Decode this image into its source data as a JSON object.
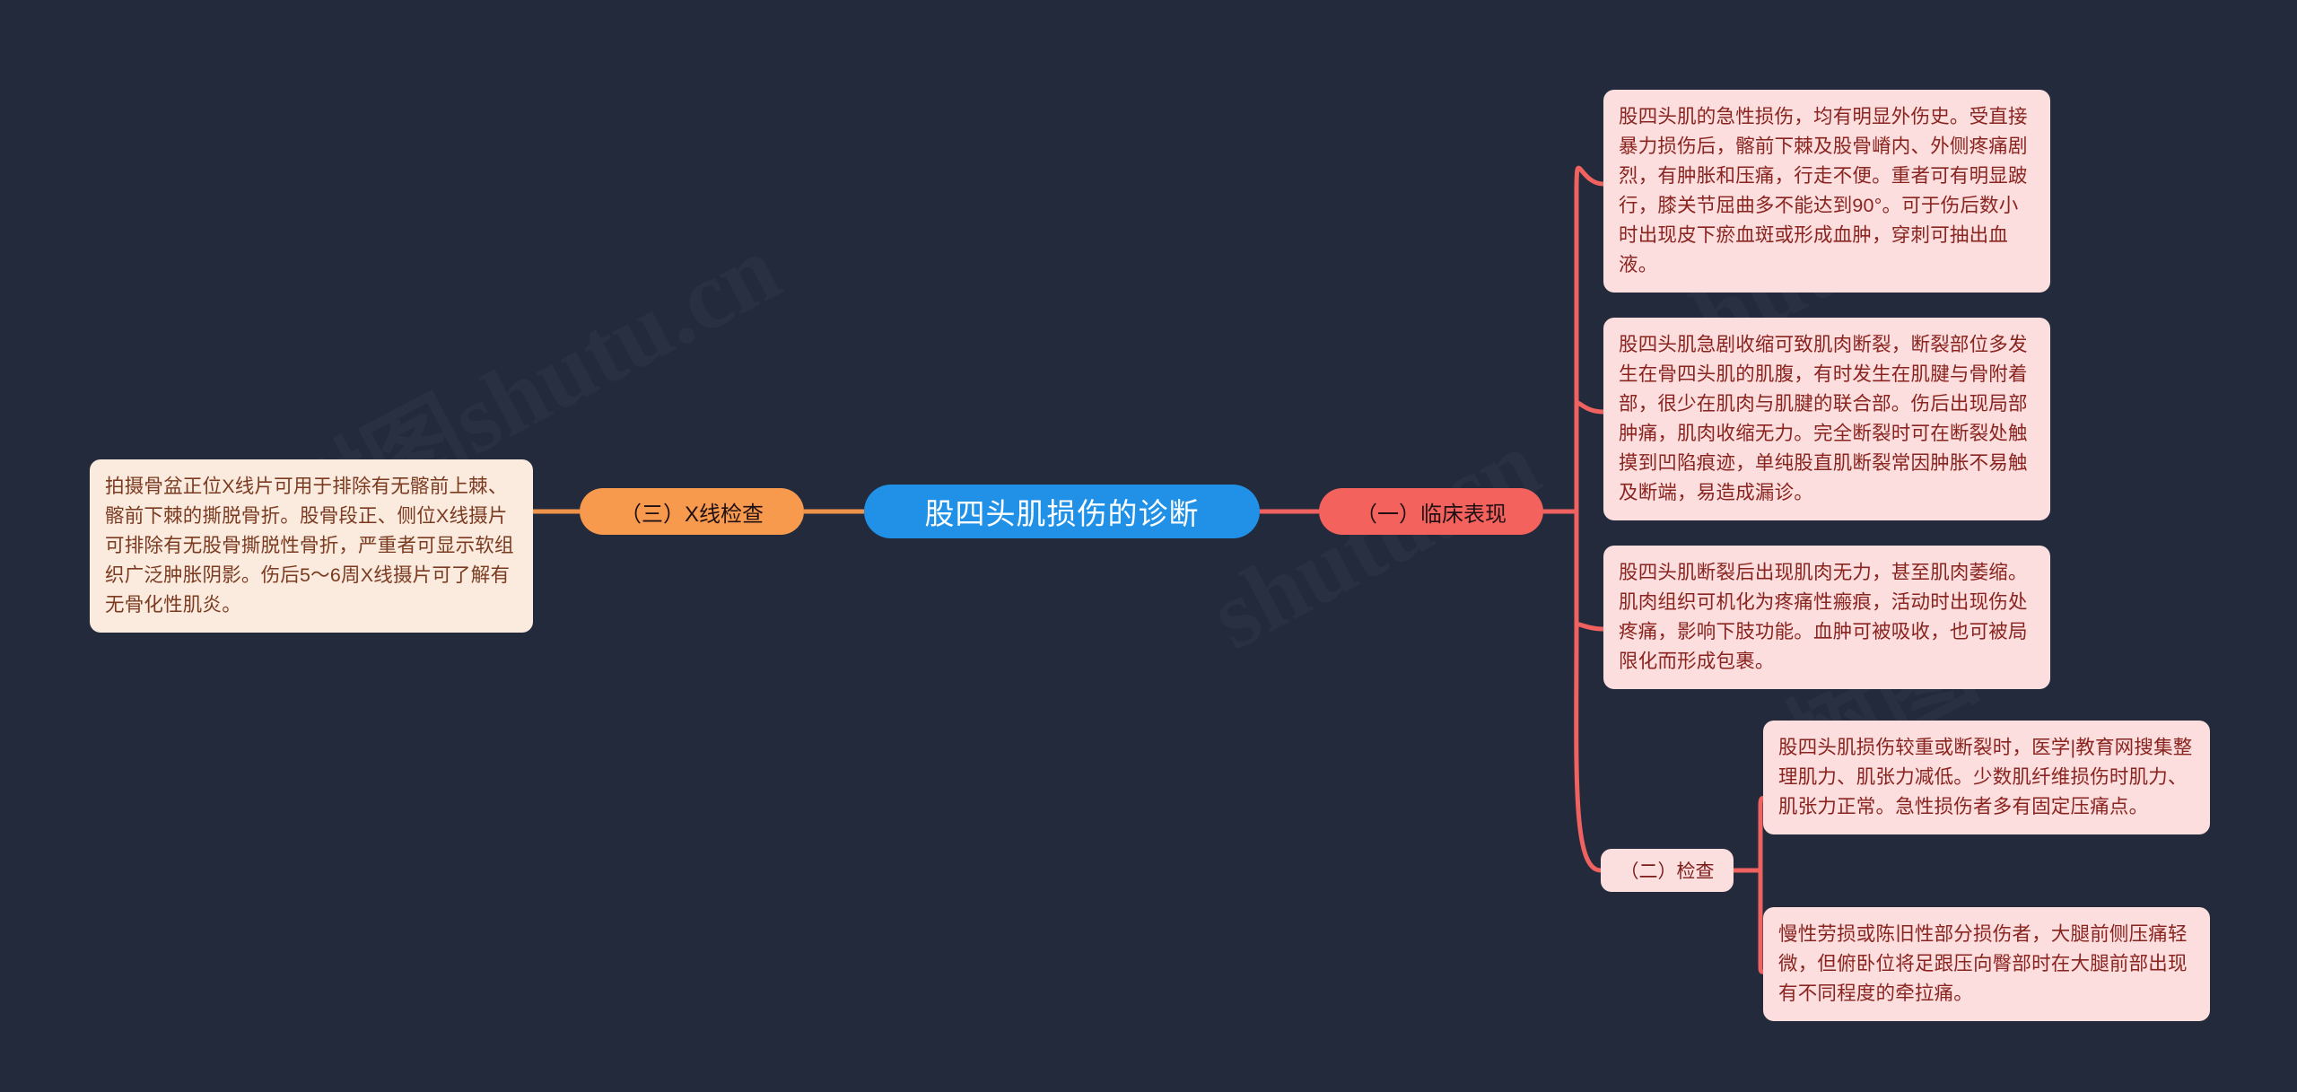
{
  "theme": {
    "background": "#232a3b",
    "root_color": "#2091e6",
    "root_text": "#ffffff",
    "clinical_color": "#f4625d",
    "xray_color": "#f79a4e",
    "exam_color": "#fbdfde",
    "pink_panel_bg": "#fbdedd",
    "pink_panel_text": "#8a2420",
    "beige_panel_bg": "#fbeade",
    "beige_panel_text": "#7a3b21",
    "connector_red": "#f0625f",
    "connector_orange": "#f0934a"
  },
  "watermark": {
    "line1": "树图shutu.cn",
    "line2": "shutu.cn",
    "line3": "树图",
    "line4": "shutu.cn"
  },
  "mindmap": {
    "root": {
      "label": "股四头肌损伤的诊断"
    },
    "branches": [
      {
        "id": "clinical",
        "label": "（一）临床表现",
        "side": "right",
        "children": [
          {
            "id": "clinical-1",
            "text": "股四头肌的急性损伤，均有明显外伤史。受直接暴力损伤后，髂前下棘及股骨嵴内、外侧疼痛剧烈，有肿胀和压痛，行走不便。重者可有明显跛行，膝关节屈曲多不能达到90°。可于伤后数小时出现皮下瘀血斑或形成血肿，穿刺可抽出血液。"
          },
          {
            "id": "clinical-2",
            "text": "股四头肌急剧收缩可致肌肉断裂，断裂部位多发生在骨四头肌的肌腹，有时发生在肌腱与骨附着部，很少在肌肉与肌腱的联合部。伤后出现局部肿痛，肌肉收缩无力。完全断裂时可在断裂处触摸到凹陷痕迹，单纯股直肌断裂常因肿胀不易触及断端，易造成漏诊。"
          },
          {
            "id": "clinical-3",
            "text": "股四头肌断裂后出现肌肉无力，甚至肌肉萎缩。肌肉组织可机化为疼痛性瘢痕，活动时出现伤处疼痛，影响下肢功能。血肿可被吸收，也可被局限化而形成包裹。"
          }
        ]
      },
      {
        "id": "exam",
        "label": "（二）检查",
        "side": "right",
        "children": [
          {
            "id": "exam-1",
            "text": "股四头肌损伤较重或断裂时，医学|教育网搜集整理肌力、肌张力减低。少数肌纤维损伤时肌力、肌张力正常。急性损伤者多有固定压痛点。"
          },
          {
            "id": "exam-2",
            "text": "慢性劳损或陈旧性部分损伤者，大腿前侧压痛轻微，但俯卧位将足跟压向臀部时在大腿前部出现有不同程度的牵拉痛。"
          }
        ]
      },
      {
        "id": "xray",
        "label": "（三）X线检查",
        "side": "left",
        "children": [
          {
            "id": "xray-1",
            "text": "拍摄骨盆正位X线片可用于排除有无髂前上棘、髂前下棘的撕脱骨折。股骨段正、侧位X线摄片可排除有无股骨撕脱性骨折，严重者可显示软组织广泛肿胀阴影。伤后5～6周X线摄片可了解有无骨化性肌炎。"
          }
        ]
      }
    ]
  }
}
